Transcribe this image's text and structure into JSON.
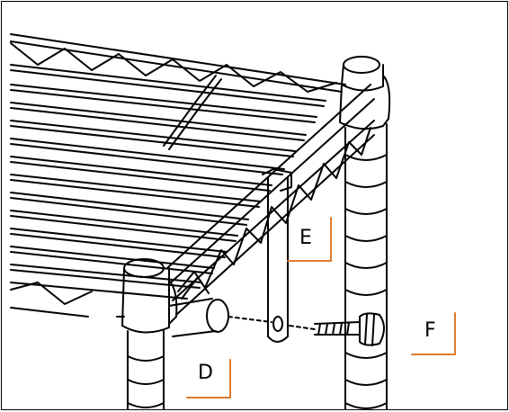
{
  "callouts": [
    {
      "id": "D",
      "label": "D"
    },
    {
      "id": "E",
      "label": "E"
    },
    {
      "id": "F",
      "label": "F"
    }
  ],
  "colors": {
    "line": "#000000",
    "callout_bracket": "#e07a2e",
    "background": "#ffffff"
  }
}
